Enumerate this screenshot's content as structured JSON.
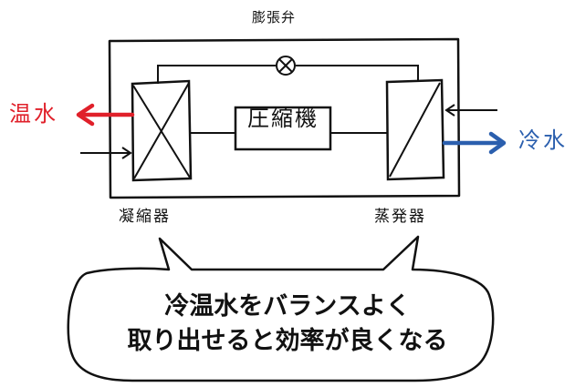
{
  "labels": {
    "expansion_valve": "膨張弁",
    "compressor": "圧縮機",
    "condenser": "凝縮器",
    "evaporator": "蒸発器",
    "hot_water": "温水",
    "cold_water": "冷水"
  },
  "bubble": {
    "line1": "冷温水をバランスよく",
    "line2": "取り出せると効率が良くなる"
  },
  "colors": {
    "hot_arrow": "#e0202a",
    "cold_arrow": "#2b5fae",
    "line": "#111111"
  },
  "icons": {
    "valve": "circle-x-icon"
  }
}
